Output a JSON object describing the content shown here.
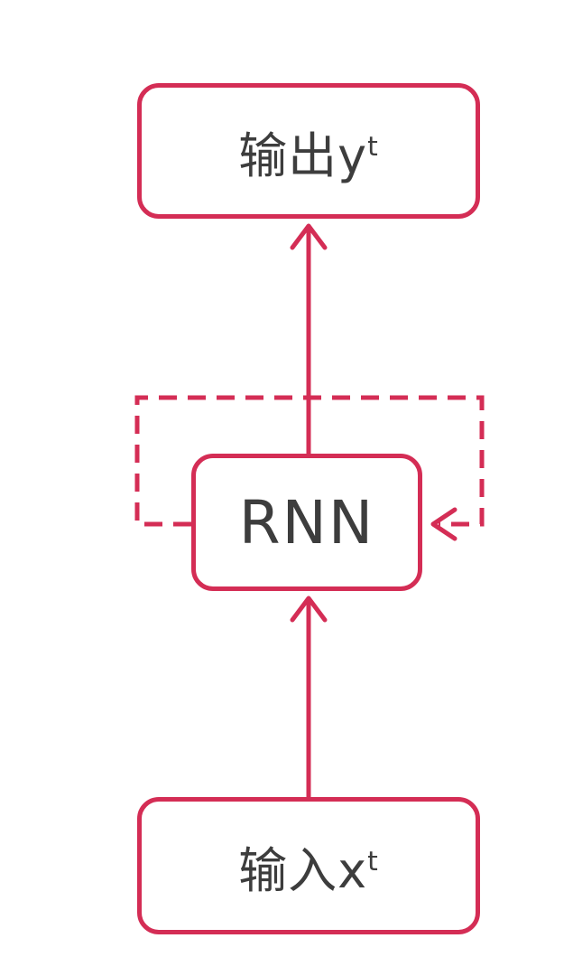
{
  "diagram": {
    "nodes": {
      "output": {
        "label": "输出y",
        "superscript": "t"
      },
      "rnn": {
        "label": "RNN"
      },
      "input": {
        "label": "输入x",
        "superscript": "t"
      }
    },
    "edges": [
      {
        "from": "input",
        "to": "rnn",
        "style": "solid"
      },
      {
        "from": "rnn",
        "to": "output",
        "style": "solid"
      },
      {
        "from": "rnn",
        "to": "rnn",
        "style": "dashed",
        "kind": "recurrent-loop"
      }
    ],
    "colors": {
      "stroke": "#d42d55",
      "text": "#3d3d3d",
      "background": "#ffffff"
    }
  }
}
